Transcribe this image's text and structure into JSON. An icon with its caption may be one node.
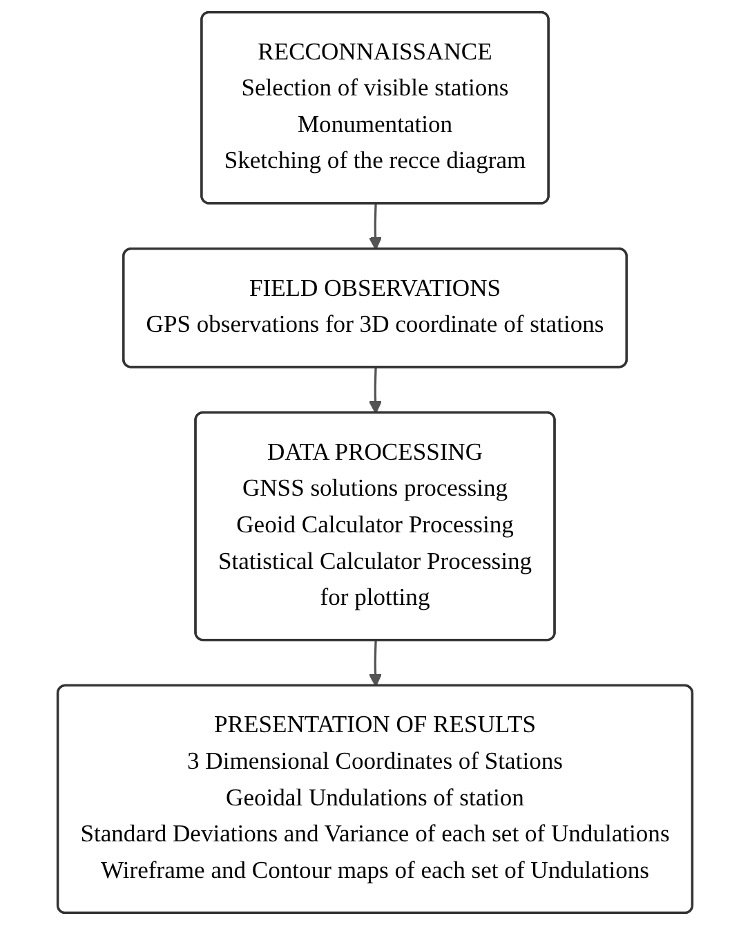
{
  "diagram": {
    "nodes": [
      {
        "text": [
          "RECCONNAISSANCE",
          "Selection of visible stations",
          "Monumentation",
          "Sketching of the recce diagram"
        ]
      },
      {
        "text": [
          "FIELD OBSERVATIONS",
          "GPS observations for 3D coordinate of stations"
        ]
      },
      {
        "text": [
          "DATA PROCESSING",
          "GNSS solutions processing",
          "Geoid Calculator Processing",
          "Statistical Calculator Processing",
          "for plotting"
        ]
      },
      {
        "text": [
          "PRESENTATION OF RESULTS",
          "3 Dimensional Coordinates of Stations",
          "Geoidal Undulations of station",
          "Standard Deviations and Variance of each set of Undulations",
          "Wireframe and Contour maps of each set of Undulations"
        ]
      }
    ],
    "edges": [
      {
        "from": 0,
        "to": 1,
        "arrow": "to"
      },
      {
        "from": 1,
        "to": 2,
        "arrow": "to"
      },
      {
        "from": 2,
        "to": 3,
        "arrow": "to"
      }
    ]
  }
}
